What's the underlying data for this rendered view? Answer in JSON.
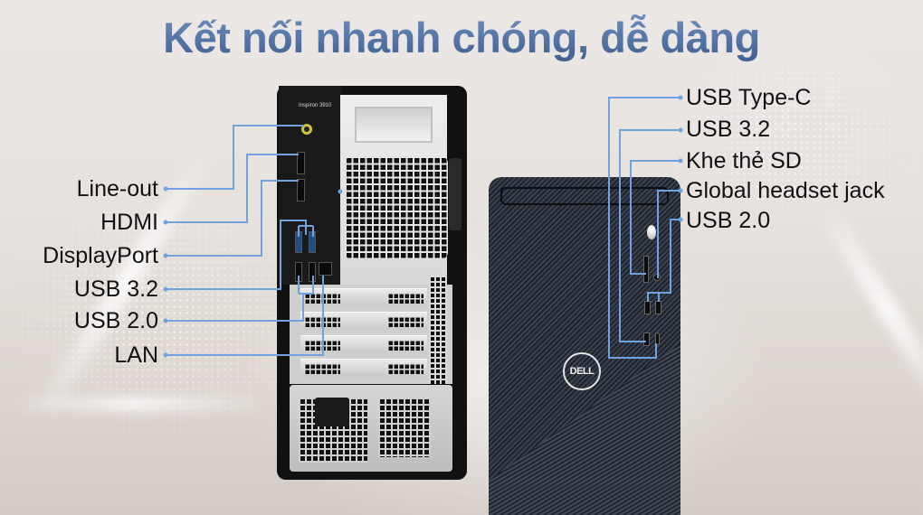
{
  "title": "Kết nối nhanh chóng, dễ dàng",
  "rear_device": {
    "model_text": "Inspiron 3910",
    "port_labels": [
      {
        "label": "Line-out"
      },
      {
        "label": "HDMI"
      },
      {
        "label": "DisplayPort"
      },
      {
        "label": "USB 3.2"
      },
      {
        "label": "USB 2.0"
      },
      {
        "label": "LAN"
      }
    ]
  },
  "front_device": {
    "brand_logo": "DELL",
    "port_labels": [
      {
        "label": "USB Type-C"
      },
      {
        "label": "USB 3.2"
      },
      {
        "label": "Khe thẻ SD"
      },
      {
        "label": "Global headset jack"
      },
      {
        "label": "USB 2.0"
      }
    ]
  },
  "colors": {
    "title_gradient_top": "#6e8fbf",
    "title_gradient_bottom": "#3f5f91",
    "callout_line": "#6fa3e0",
    "label_text": "#111111",
    "background": "#e6e1dd",
    "front_case": "#2b313b",
    "rear_case": "#111111"
  }
}
